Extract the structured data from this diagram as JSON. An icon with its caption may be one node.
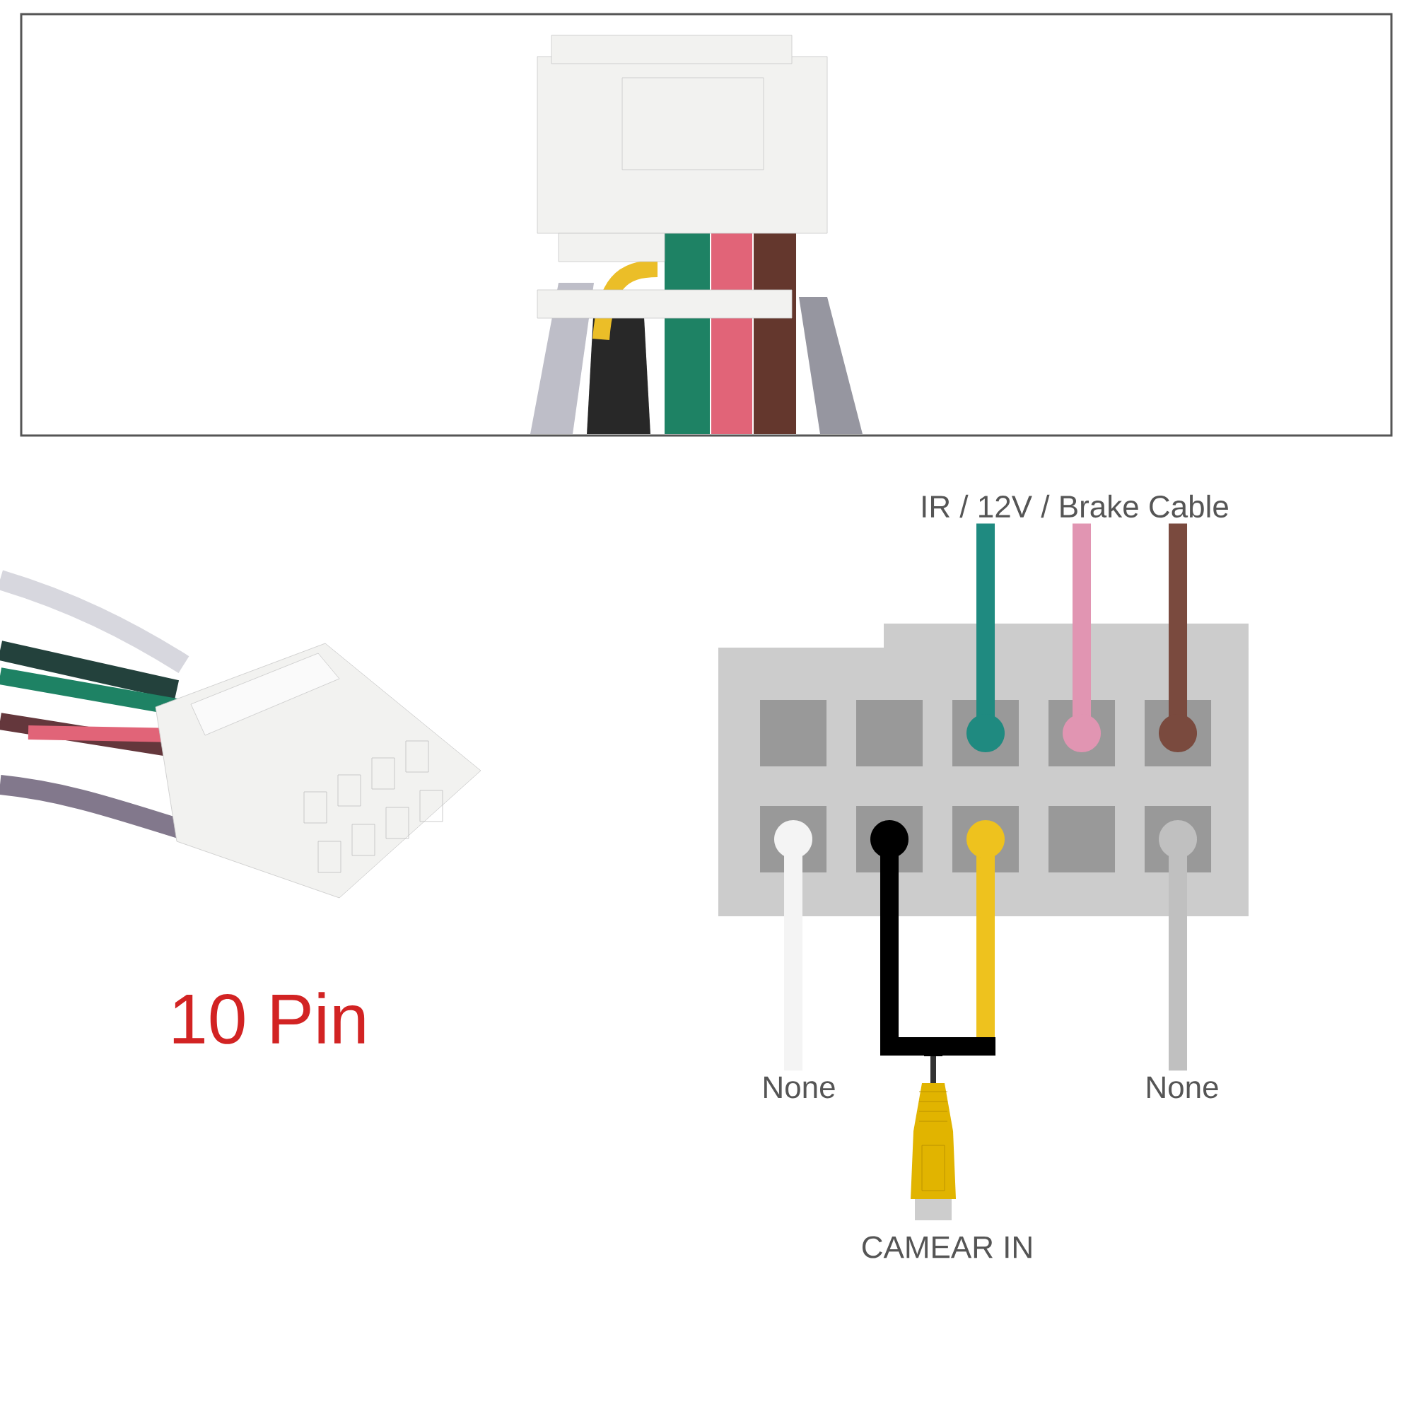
{
  "diagram": {
    "nodes": [
      {
        "text": [
          "IR / 12V / Brake Cable"
        ]
      },
      {
        "text": [],
        "shape": "box"
      },
      {
        "text": [],
        "shape": "box",
        "in": 1
      },
      {
        "text": [],
        "shape": "box",
        "in": 1
      },
      {
        "text": [],
        "shape": "box",
        "in": 1
      },
      {
        "text": [],
        "shape": "box",
        "in": 1
      },
      {
        "text": [],
        "shape": "box",
        "in": 1
      },
      {
        "text": [],
        "shape": "box",
        "in": 1
      },
      {
        "text": [],
        "shape": "box",
        "in": 1
      },
      {
        "text": [],
        "shape": "box",
        "in": 1
      },
      {
        "text": [],
        "shape": "box",
        "in": 1
      },
      {
        "text": [],
        "shape": "box",
        "in": 1
      },
      {
        "text": [
          "None"
        ]
      },
      {
        "text": [],
        "shape": "picture",
        "beside": [
          "CAMEAR IN"
        ]
      },
      {
        "text": [
          "None"
        ]
      }
    ],
    "edges": [
      {
        "from": 4,
        "to": 0,
        "arrow": "other",
        "color": "#1f8a80"
      },
      {
        "from": 5,
        "to": 0,
        "arrow": "other",
        "color": "#e195b2"
      },
      {
        "from": 6,
        "to": 0,
        "arrow": "other",
        "color": "#7a4a3e"
      },
      {
        "from": 7,
        "to": 12,
        "arrow": "other",
        "color": "#f4f4f4"
      },
      {
        "from": 8,
        "to": 13,
        "arrow": "other",
        "color": "#000000"
      },
      {
        "from": 9,
        "to": 13,
        "arrow": "other",
        "color": "#eec21e"
      },
      {
        "from": 11,
        "to": 14,
        "arrow": "other",
        "color": "#c0c0c0"
      }
    ],
    "labels": [
      "10 Pin"
    ]
  }
}
